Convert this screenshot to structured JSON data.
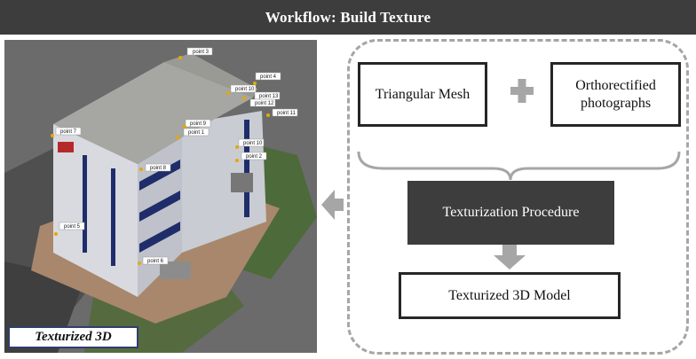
{
  "title": "Workflow: Build Texture",
  "left_panel": {
    "caption": "Texturized 3D",
    "point_labels": [
      "point 3",
      "point 4",
      "point 10",
      "point 13",
      "point 12",
      "point 11",
      "point 7",
      "point 9",
      "point 1",
      "point 10",
      "point 2",
      "point 8",
      "point 5",
      "point 6"
    ]
  },
  "workflow": {
    "input_1": "Triangular Mesh",
    "input_2_line1": "Orthorectified",
    "input_2_line2": "photographs",
    "procedure": "Texturization Procedure",
    "output": "Texturized 3D Model"
  },
  "colors": {
    "title_bg": "#3d3d3d",
    "procedure_bg": "#3d3d3d",
    "arrow_gray": "#a6a6a6",
    "caption_border": "#2f3e6e"
  }
}
